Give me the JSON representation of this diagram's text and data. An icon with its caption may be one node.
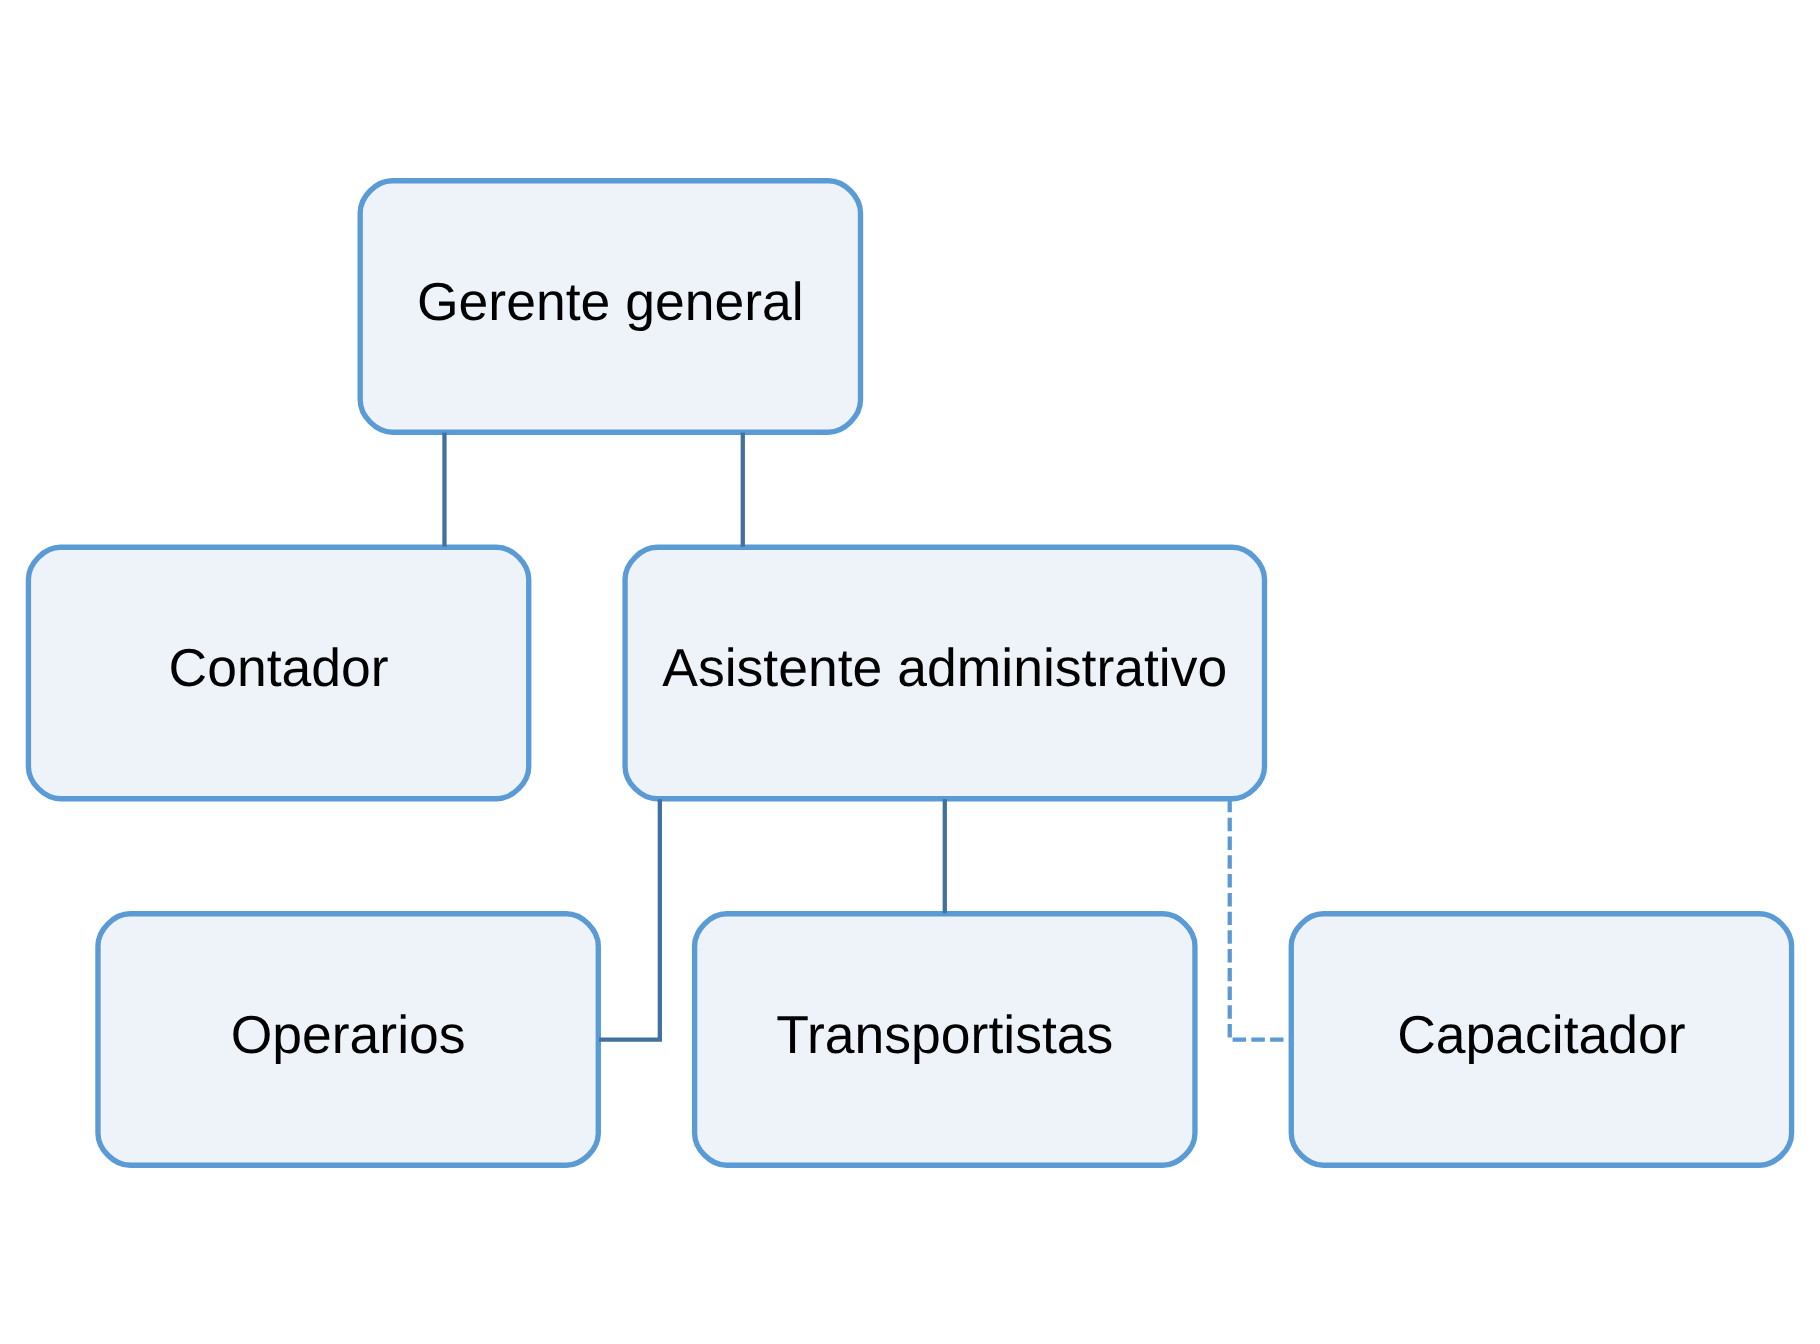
{
  "diagram": {
    "nodes": [
      {
        "text": [
          "Gerente general"
        ]
      },
      {
        "text": [
          "Contador"
        ]
      },
      {
        "text": [
          "Asistente administrativo"
        ]
      },
      {
        "text": [
          "Operarios"
        ]
      },
      {
        "text": [
          "Transportistas"
        ]
      },
      {
        "text": [
          "Capacitador"
        ]
      }
    ],
    "edges": [
      {
        "from": 0,
        "to": 1,
        "arrow": "none"
      },
      {
        "from": 0,
        "to": 2,
        "arrow": "none"
      },
      {
        "from": 2,
        "to": 3,
        "arrow": "none"
      },
      {
        "from": 2,
        "to": 4,
        "arrow": "none"
      },
      {
        "from": 2,
        "to": 5,
        "arrow": "none",
        "style": "dashed",
        "color": "#5b9bd5"
      }
    ]
  }
}
